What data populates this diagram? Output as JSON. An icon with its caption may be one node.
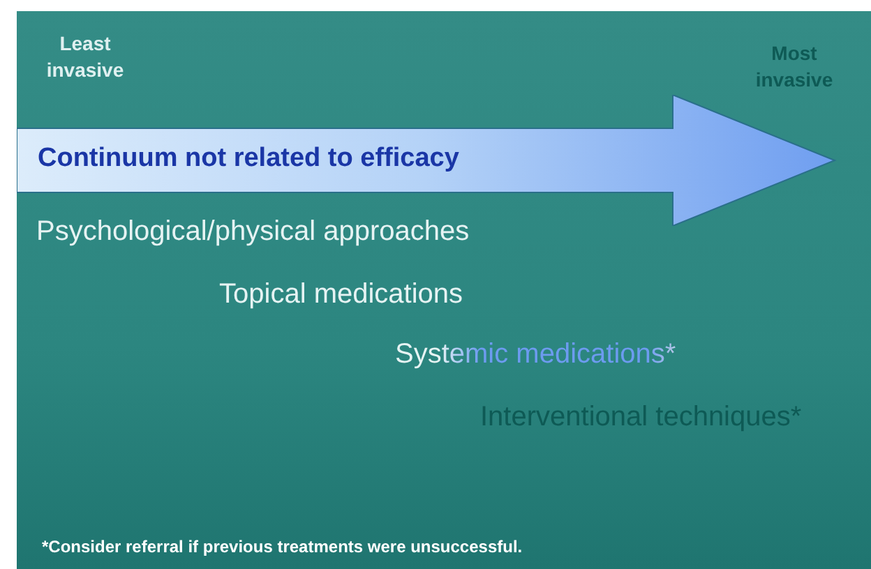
{
  "diagram": {
    "nodes": [
      {
        "text": [
          "Continuum not related to efficacy"
        ]
      }
    ],
    "labels": [
      "Least invasive",
      "Most invasive",
      "Psychological/physical approaches",
      "Topical medications",
      "Systemic medications*",
      "Interventional techniques*",
      "*Consider referral if previous treatments were unsuccessful."
    ]
  }
}
